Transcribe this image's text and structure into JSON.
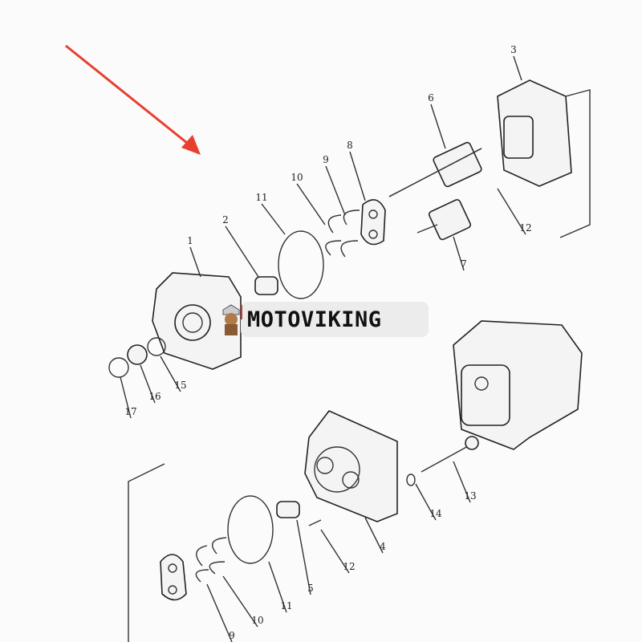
{
  "diagram": {
    "callouts": [
      {
        "id": "3",
        "text": "3"
      },
      {
        "id": "6",
        "text": "6"
      },
      {
        "id": "8",
        "text": "8"
      },
      {
        "id": "9a",
        "text": "9"
      },
      {
        "id": "10a",
        "text": "10"
      },
      {
        "id": "11a",
        "text": "11"
      },
      {
        "id": "2",
        "text": "2"
      },
      {
        "id": "1",
        "text": "1"
      },
      {
        "id": "12a",
        "text": "12"
      },
      {
        "id": "7",
        "text": "7"
      },
      {
        "id": "17",
        "text": "17"
      },
      {
        "id": "16",
        "text": "16"
      },
      {
        "id": "15",
        "text": "15"
      },
      {
        "id": "13",
        "text": "13"
      },
      {
        "id": "14",
        "text": "14"
      },
      {
        "id": "4",
        "text": "4"
      },
      {
        "id": "12b",
        "text": "12"
      },
      {
        "id": "5",
        "text": "5"
      },
      {
        "id": "11b",
        "text": "11"
      },
      {
        "id": "10b",
        "text": "10"
      },
      {
        "id": "9b",
        "text": "9"
      }
    ],
    "arrow_color": "#e8402f"
  },
  "watermark": {
    "text": "MOTOVIKING",
    "logo": "viking-mascot"
  }
}
